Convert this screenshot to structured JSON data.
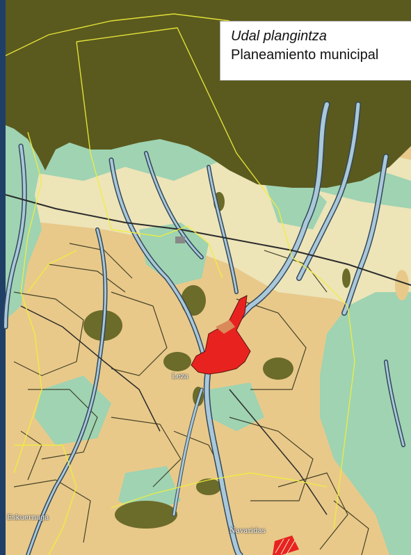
{
  "map": {
    "legend": {
      "title_basque": "Udal plangintza",
      "title_spanish": "Planeamiento municipal"
    },
    "places": [
      {
        "name": "Leza"
      },
      {
        "name": "Eskuernaga"
      },
      {
        "name": "Navaridas"
      }
    ],
    "colors": {
      "frame": "#1f3f66",
      "forest_dark": "#5a5a1e",
      "agricultural": "#e8c98a",
      "pale_cream": "#ede4b8",
      "meadow_green": "#9fd3b2",
      "urban_red": "#e8231f",
      "urban_orange": "#d98a5a",
      "olive_patch": "#6b6b2a",
      "river_blue": "#a9c8d9",
      "boundary_yellow": "#f1ef3b"
    }
  }
}
